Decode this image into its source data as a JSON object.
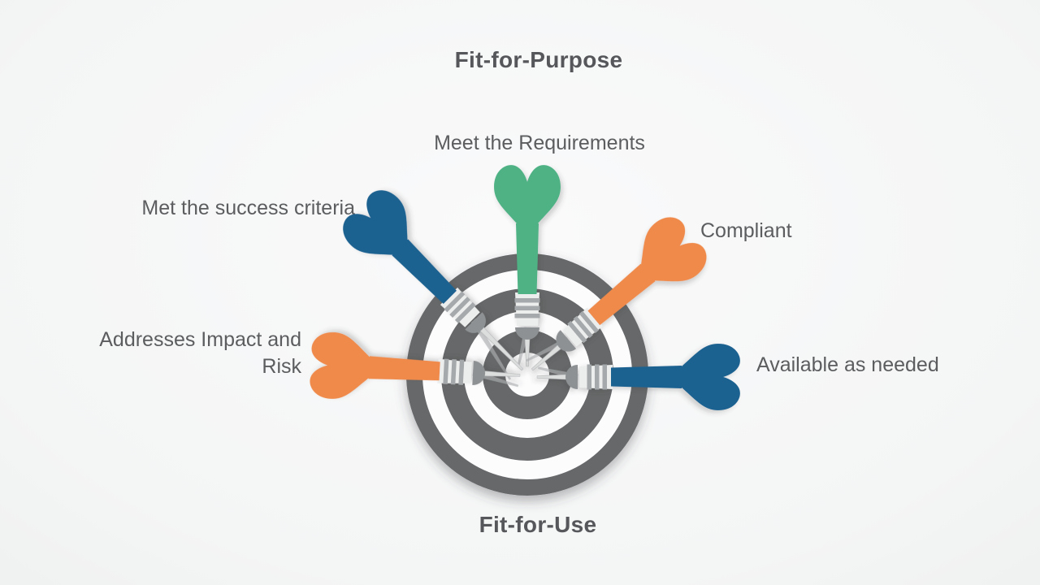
{
  "slide": {
    "top_title": "Fit-for-Purpose",
    "bottom_title": "Fit-for-Use",
    "labels": [
      {
        "text": "Meet the Requirements",
        "position": "top"
      },
      {
        "text": "Met the success criteria",
        "position": "upper-left"
      },
      {
        "text": "Compliant",
        "position": "upper-right"
      },
      {
        "text": "Addresses Impact and Risk",
        "position": "left"
      },
      {
        "text": "Available as needed",
        "position": "right"
      }
    ]
  },
  "diagram": {
    "type": "dartboard-with-darts",
    "darts": [
      {
        "id": "top",
        "color": "green",
        "label": "Meet the Requirements"
      },
      {
        "id": "upper_left",
        "color": "blue",
        "label": "Met the success criteria"
      },
      {
        "id": "upper_right",
        "color": "orange",
        "label": "Compliant"
      },
      {
        "id": "left",
        "color": "orange",
        "label": "Addresses Impact and Risk"
      },
      {
        "id": "right",
        "color": "blue",
        "label": "Available as needed"
      }
    ]
  },
  "colors": {
    "green": "#4FB285",
    "blue": "#1F6291",
    "orange": "#EF8A4C",
    "board_gray": "#666769",
    "board_white": "#FCFCFD",
    "collar": "#ECEDED",
    "collar_stripe": "#A6A9AB",
    "dome": "#8E9193",
    "needle": "#DCDDDD",
    "needle_edge": "#B4B6B8",
    "title_color": "#56575A",
    "label_color": "#5B5D5F"
  }
}
